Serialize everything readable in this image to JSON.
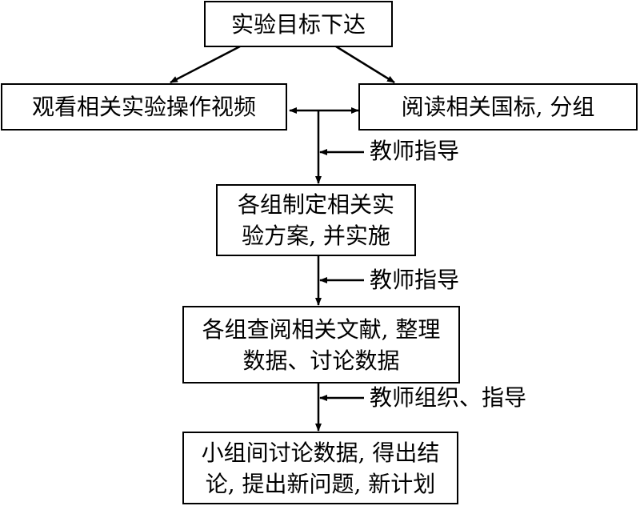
{
  "steps": {
    "assign_goal": "实验目标下达",
    "watch_video": "观看相关实验操作视频",
    "read_standards": "阅读相关国标, 分组",
    "make_plan": "各组制定相关实\n验方案, 并实施",
    "review_literature": "各组查阅相关文献, 整理\n数据、讨论数据",
    "group_discussion": "小组间讨论数据, 得出结\n论, 提出新问题, 新计划"
  },
  "guidance": {
    "teacher_guidance_1": "教师指导",
    "teacher_guidance_2": "教师指导",
    "teacher_organize_guide": "教师组织、指导"
  }
}
